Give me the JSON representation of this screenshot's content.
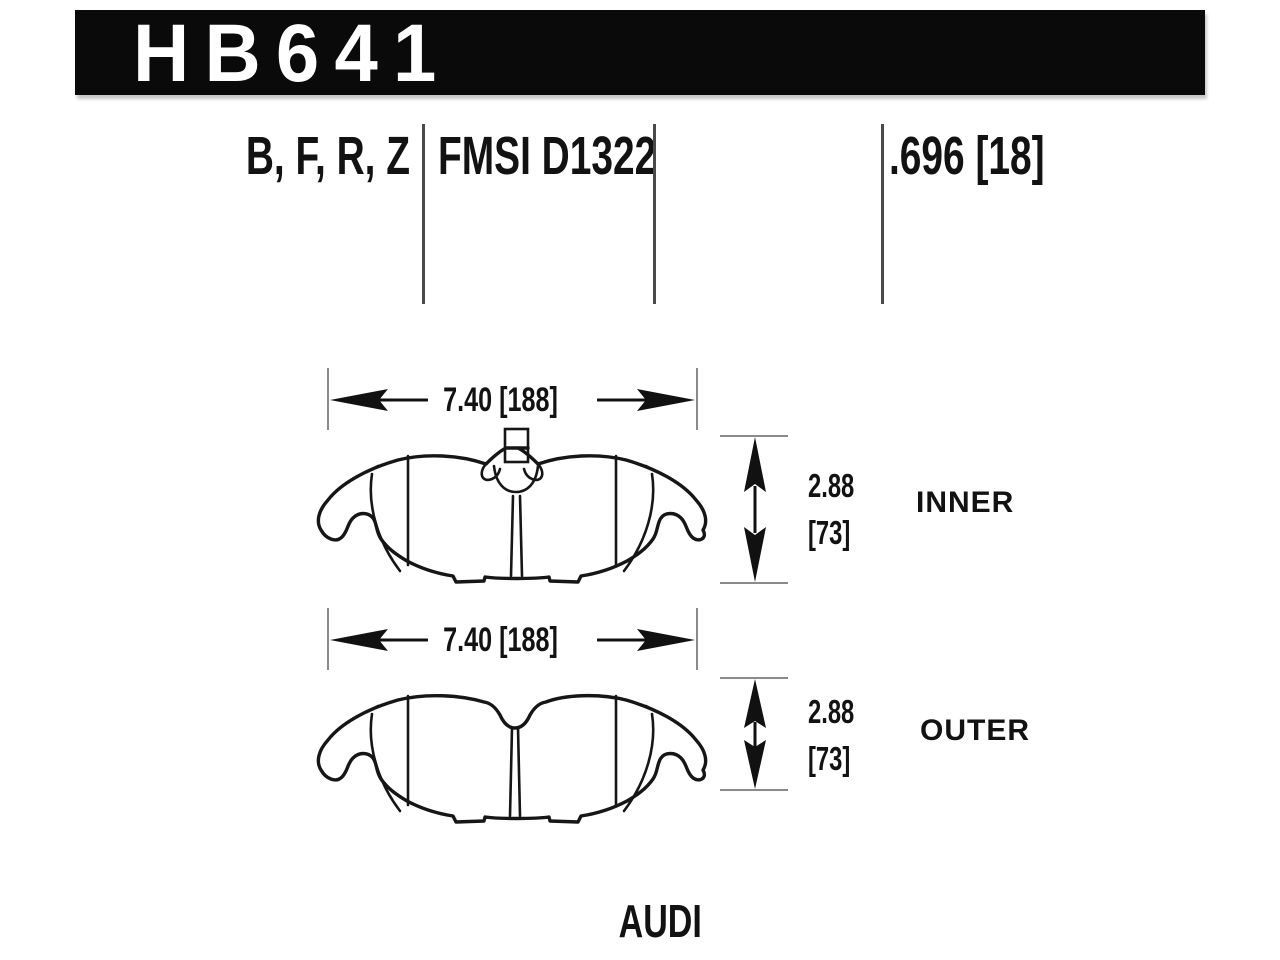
{
  "colors": {
    "bar_background": "#0a0a0a",
    "line": "#161616",
    "extension_tick": "#8a8a8a",
    "text": "#121212",
    "page_background": "#ffffff"
  },
  "header": {
    "part_number": "HB641"
  },
  "spec_row": {
    "compound_codes": "B, F, R, Z",
    "fmsi_number": "FMSI D1322",
    "pad_thickness": ".696 [18]"
  },
  "pads": [
    {
      "position_label": "INNER",
      "width_dim": "7.40 [188]",
      "height_dim_value": "2.88",
      "height_dim_alt": "[73]"
    },
    {
      "position_label": "OUTER",
      "width_dim": "7.40 [188]",
      "height_dim_value": "2.88",
      "height_dim_alt": "[73]"
    }
  ],
  "footer": {
    "vehicle_make": "AUDI"
  }
}
